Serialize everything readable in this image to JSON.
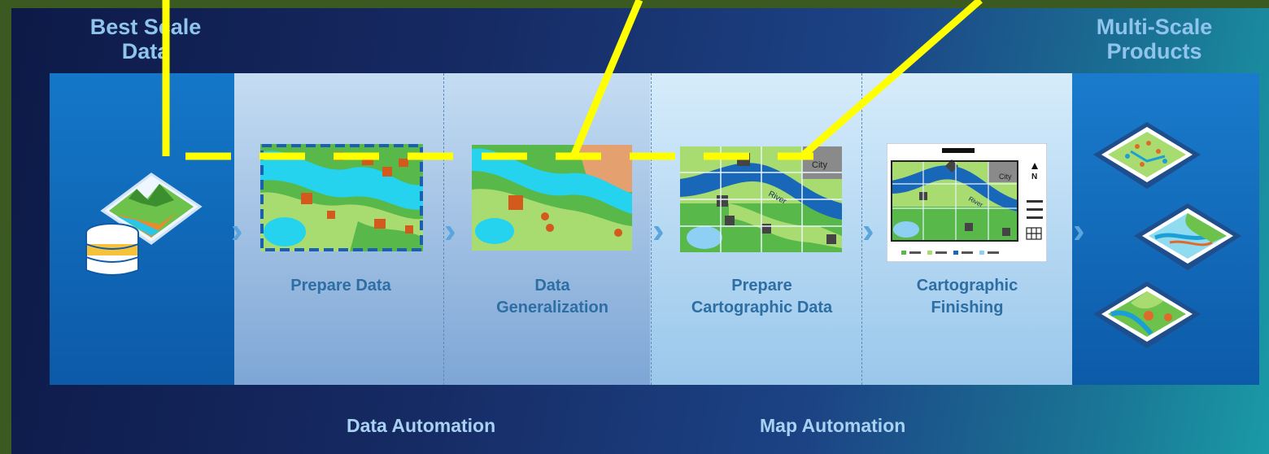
{
  "header": {
    "left_line1": "Best Scale",
    "left_line2": "Data",
    "right_line1": "Multi-Scale",
    "right_line2": "Products"
  },
  "steps": [
    {
      "label": "Prepare Data"
    },
    {
      "label_line1": "Data",
      "label_line2": "Generalization"
    },
    {
      "label_line1": "Prepare",
      "label_line2": "Cartographic Data"
    },
    {
      "label_line1": "Cartographic",
      "label_line2": "Finishing"
    }
  ],
  "map_labels": {
    "city": "City",
    "river": "River",
    "north": "N"
  },
  "footer": {
    "left": "Data Automation",
    "right": "Map Automation"
  },
  "colors": {
    "band_left": "#0f6bb8",
    "band_right": "#0e63b0",
    "step_panel": "#bfd9f2",
    "overlay_line": "#ffff00",
    "water": "#25d3ee",
    "land_green": "#58b84a",
    "land_light": "#a9dc70",
    "building": "#d35a1c"
  },
  "icons": [
    "database-icon",
    "terrain-icon",
    "chevron-right-icon",
    "map-tile-icon"
  ]
}
